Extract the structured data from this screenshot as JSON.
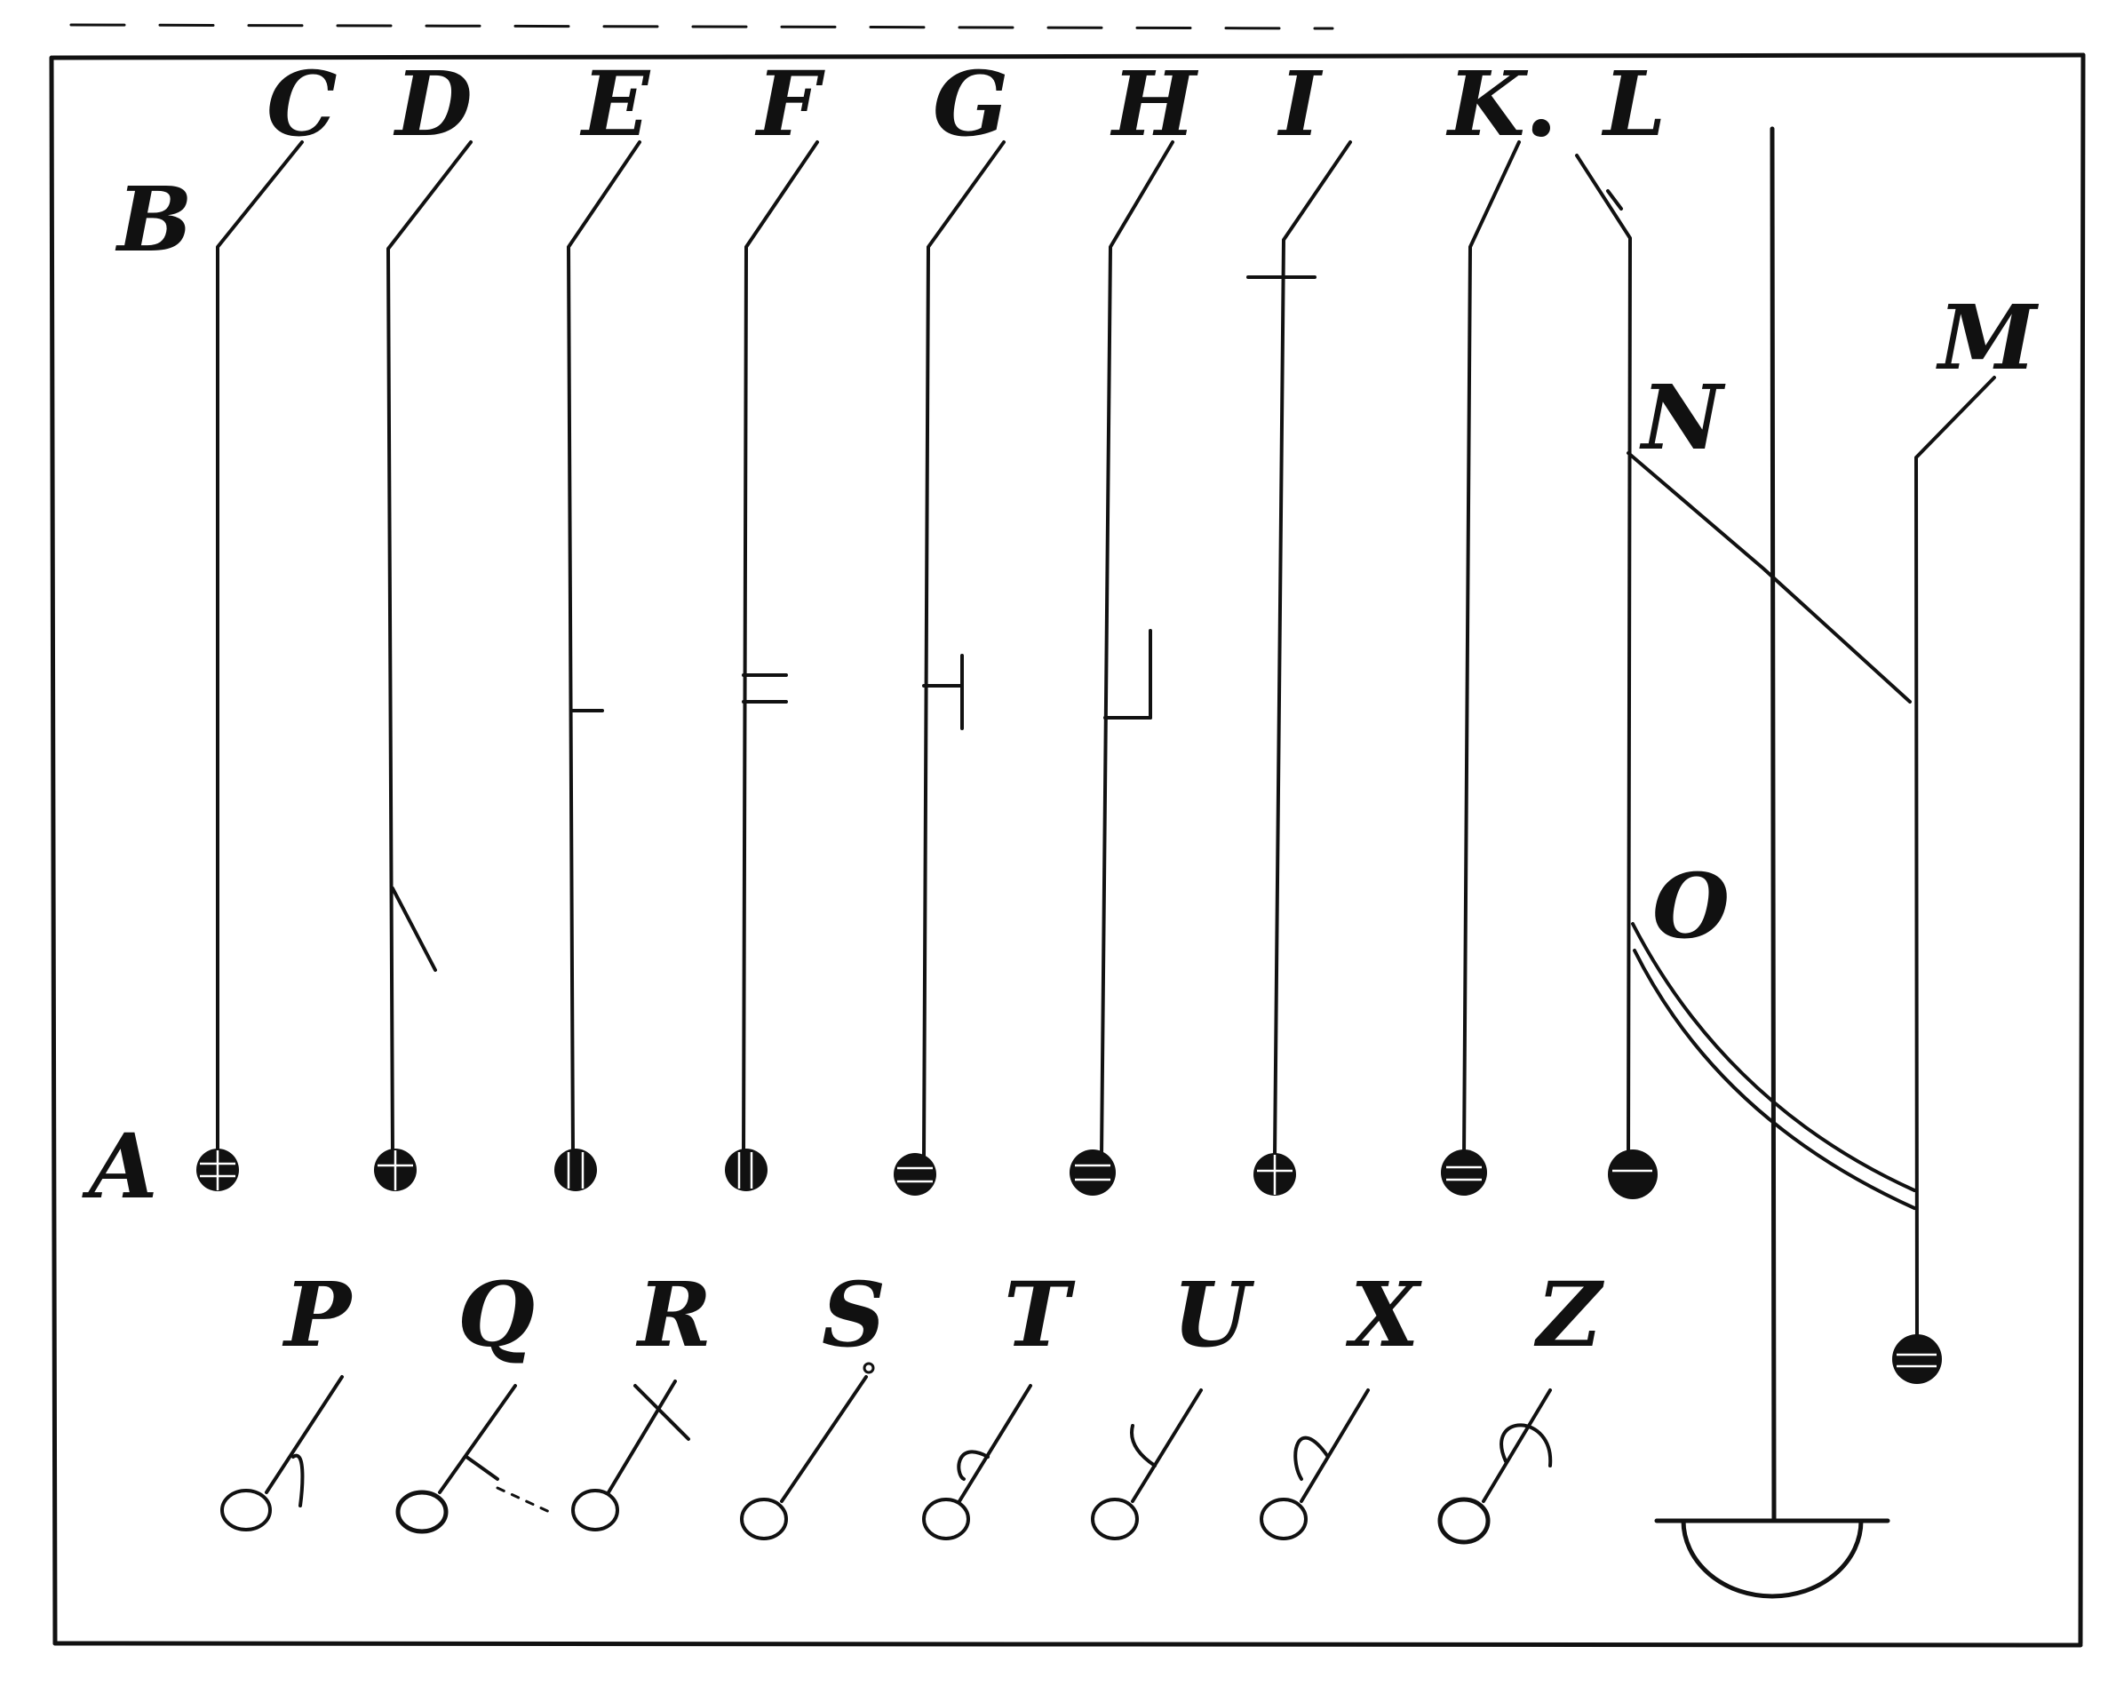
{
  "top_labels": [
    "B",
    "C",
    "D",
    "E",
    "F",
    "G",
    "H",
    "I",
    "K.",
    "L",
    "M",
    "N",
    "O",
    "A"
  ],
  "bottom_labels": [
    "P",
    "Q",
    "R",
    "S",
    "T",
    "U",
    "X",
    "Z"
  ],
  "colors": {
    "ink": "#111111",
    "paper": "#ffffff"
  }
}
